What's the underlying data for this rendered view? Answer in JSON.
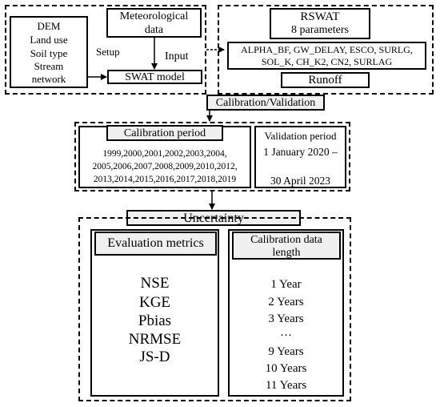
{
  "inputs": {
    "data_lines": [
      "DEM",
      "Land use",
      "Soil type",
      "Stream",
      "network"
    ],
    "meteorological_lines": [
      "Meteorological",
      "data"
    ],
    "setup_label": "Setup",
    "input_label": "Input",
    "swat_model_label": "SWAT model"
  },
  "rswat": {
    "title_lines": [
      "RSWAT",
      "8 parameters"
    ],
    "parameter_lines": [
      "ALPHA_BF, GW_DELAY, ESCO, SURLG,",
      "SOL_K, CH_K2, CN2, SURLAG"
    ],
    "runoff_label": "Runoff"
  },
  "calibration_validation_label": "Calibration/Validation",
  "calibration": {
    "title": "Calibration period",
    "year_lines": [
      "1999,2000,2001,2002,2003,2004,",
      "2005,2006,2007,2008,2009,2010,2012,",
      "2013,2014,2015,2016,2017,2018,2019"
    ]
  },
  "validation": {
    "title": "Validation period",
    "line1": "1 January 2020 –",
    "line2": "30 April 2023"
  },
  "uncertainty_label": "Uncertainty",
  "evaluation": {
    "title": "Evaluation metrics",
    "metrics": [
      "NSE",
      "KGE",
      "Pbias",
      "NRMSE",
      "JS-D"
    ]
  },
  "calibration_length": {
    "title_lines": [
      "Calibration data",
      "length"
    ],
    "items": [
      "1 Year",
      "2 Years",
      "3 Years",
      "…",
      "9 Years",
      "10 Years",
      "11 Years"
    ]
  }
}
